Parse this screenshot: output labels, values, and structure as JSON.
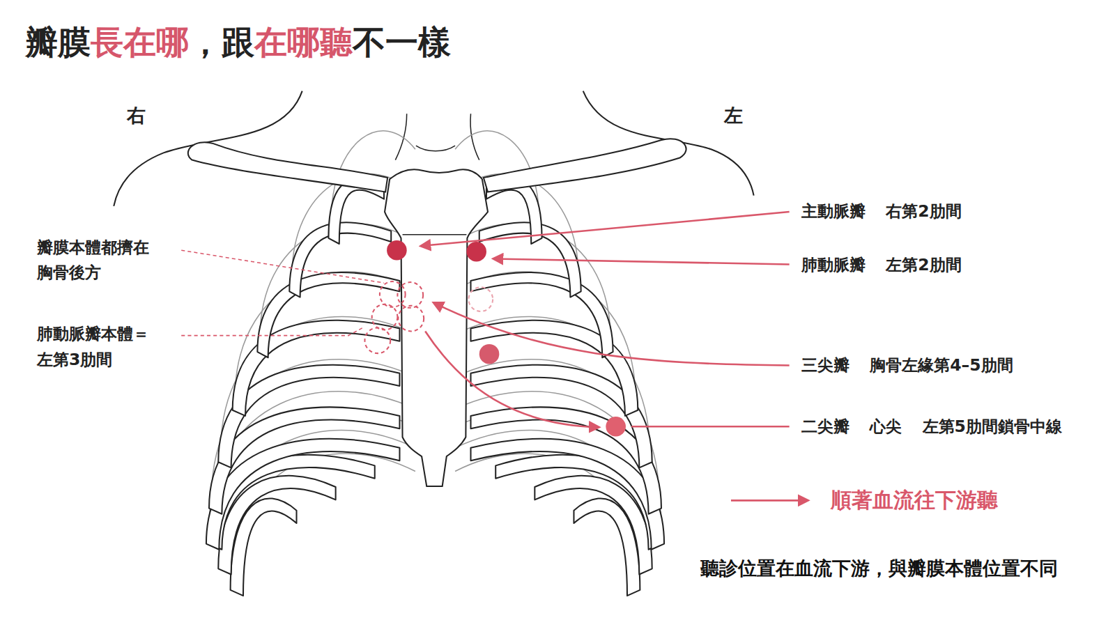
{
  "diagram": {
    "title": "瓣膜長在哪，跟在哪聽不一樣",
    "caption": "聽診位置在血流下游，與瓣膜本體位置不同",
    "labels": [
      "右",
      "左",
      "瓣膜本體都擠在 胸骨後方",
      "肺動脈瓣本體＝ 左第3肋間",
      "主動脈瓣 右第2肋間",
      "肺動脈瓣 左第2肋間",
      "三尖瓣 胸骨左緣第4–5肋間",
      "二尖瓣 心尖 左第5肋間鎖骨中線"
    ],
    "legend": [
      {
        "text": "順著血流往下游聽"
      }
    ]
  }
}
